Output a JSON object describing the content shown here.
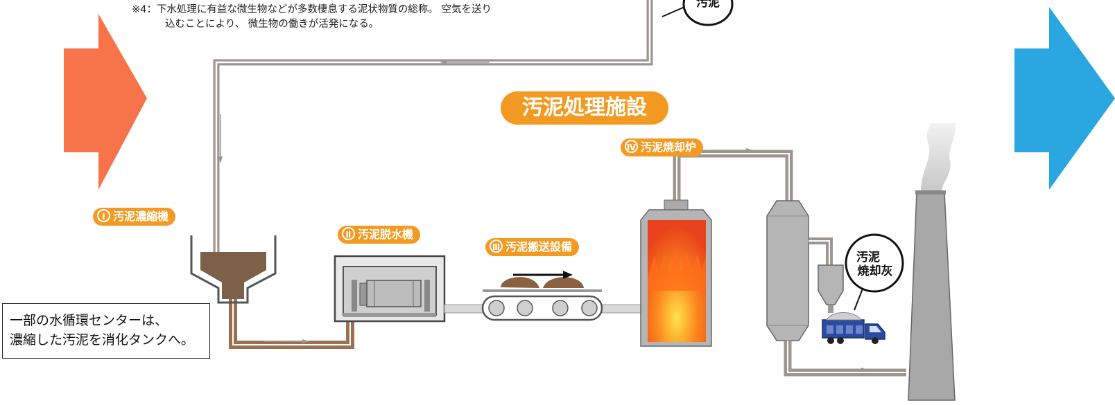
{
  "note": {
    "line1": "※4：下水処理に有益な微生物などが多数棲息する泥状物質の総称。 空気を送り",
    "line2": "込むことにより、 微生物の働きが活発になる。"
  },
  "bubble_top": "汚泥",
  "title": "汚泥処理施設",
  "stages": [
    {
      "numeral": "Ⅰ",
      "label": "汚泥濃縮機"
    },
    {
      "numeral": "Ⅱ",
      "label": "汚泥脱水機"
    },
    {
      "numeral": "Ⅲ",
      "label": "汚泥搬送設備"
    },
    {
      "numeral": "Ⅳ",
      "label": "汚泥焼却炉"
    }
  ],
  "ash_bubble": {
    "line1": "汚泥",
    "line2": "焼却灰"
  },
  "info_box": {
    "line1": "一部の水循環センターは、",
    "line2": "濃縮した汚泥を消化タンクへ。"
  },
  "colors": {
    "left_arrow": "#f7744a",
    "right_arrow": "#2aa7e0",
    "label_orange": "#f39a22",
    "pipe_grey": "#9c9590",
    "pipe_brown": "#9b7050",
    "sludge": "#8a6a4c",
    "equipment_grey": "#b3b3b3",
    "truck_blue": "#2b4aa0"
  }
}
